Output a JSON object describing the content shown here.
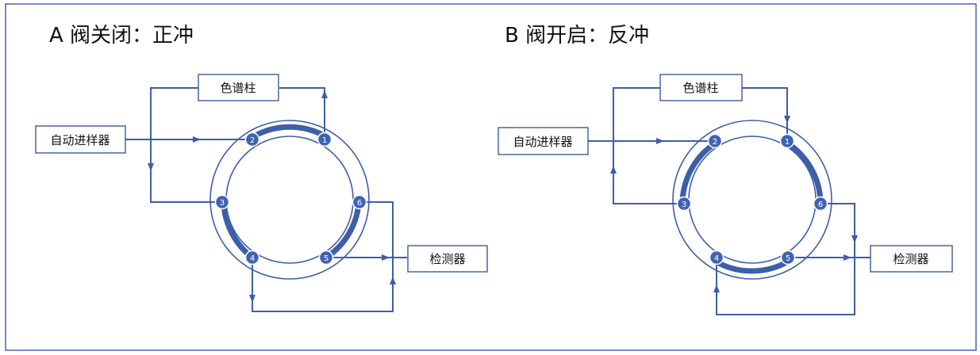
{
  "colors": {
    "frame": "#4a66a8",
    "line": "#3e5ea8",
    "port_fill": "#3f63b3",
    "port_text": "#ffffff",
    "label_text": "#111111",
    "box_border": "#3d5a9c"
  },
  "panels": [
    {
      "title": "A 阀关闭：正冲",
      "labels": {
        "column": "色谱柱",
        "autosampler": "自动进样器",
        "detector": "检测器"
      },
      "ports": [
        "1",
        "2",
        "3",
        "4",
        "5",
        "6"
      ]
    },
    {
      "title": "B 阀开启：反冲",
      "labels": {
        "column": "色谱柱",
        "autosampler": "自动进样器",
        "detector": "检测器"
      },
      "ports": [
        "1",
        "2",
        "3",
        "4",
        "5",
        "6"
      ]
    }
  ]
}
